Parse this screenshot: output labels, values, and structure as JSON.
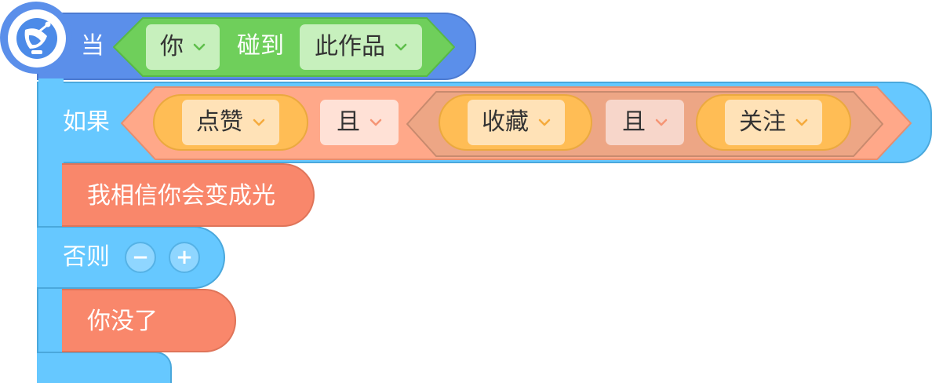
{
  "event_block": {
    "when_label": "当",
    "sprite_dropdown": "你",
    "touch_label": "碰到",
    "target_dropdown": "此作品",
    "icon": "satellite-dish-icon"
  },
  "if_block": {
    "if_label": "如果",
    "else_label": "否则",
    "condition": {
      "left_operand": "点赞",
      "operator": "且",
      "right_group": {
        "left_operand": "收藏",
        "operator": "且",
        "right_operand": "关注"
      }
    },
    "then_text": "我相信你会变成光",
    "else_text": "你没了",
    "remove_button": "−",
    "add_button": "+"
  },
  "colors": {
    "event_blue": "#5b8fea",
    "sensing_green": "#6fcf5b",
    "control_blue": "#66c8ff",
    "operator_salmon": "#ffa889",
    "operator_dark": "#eda685",
    "variable_orange": "#ffbd55",
    "statement_coral": "#f9876b"
  }
}
